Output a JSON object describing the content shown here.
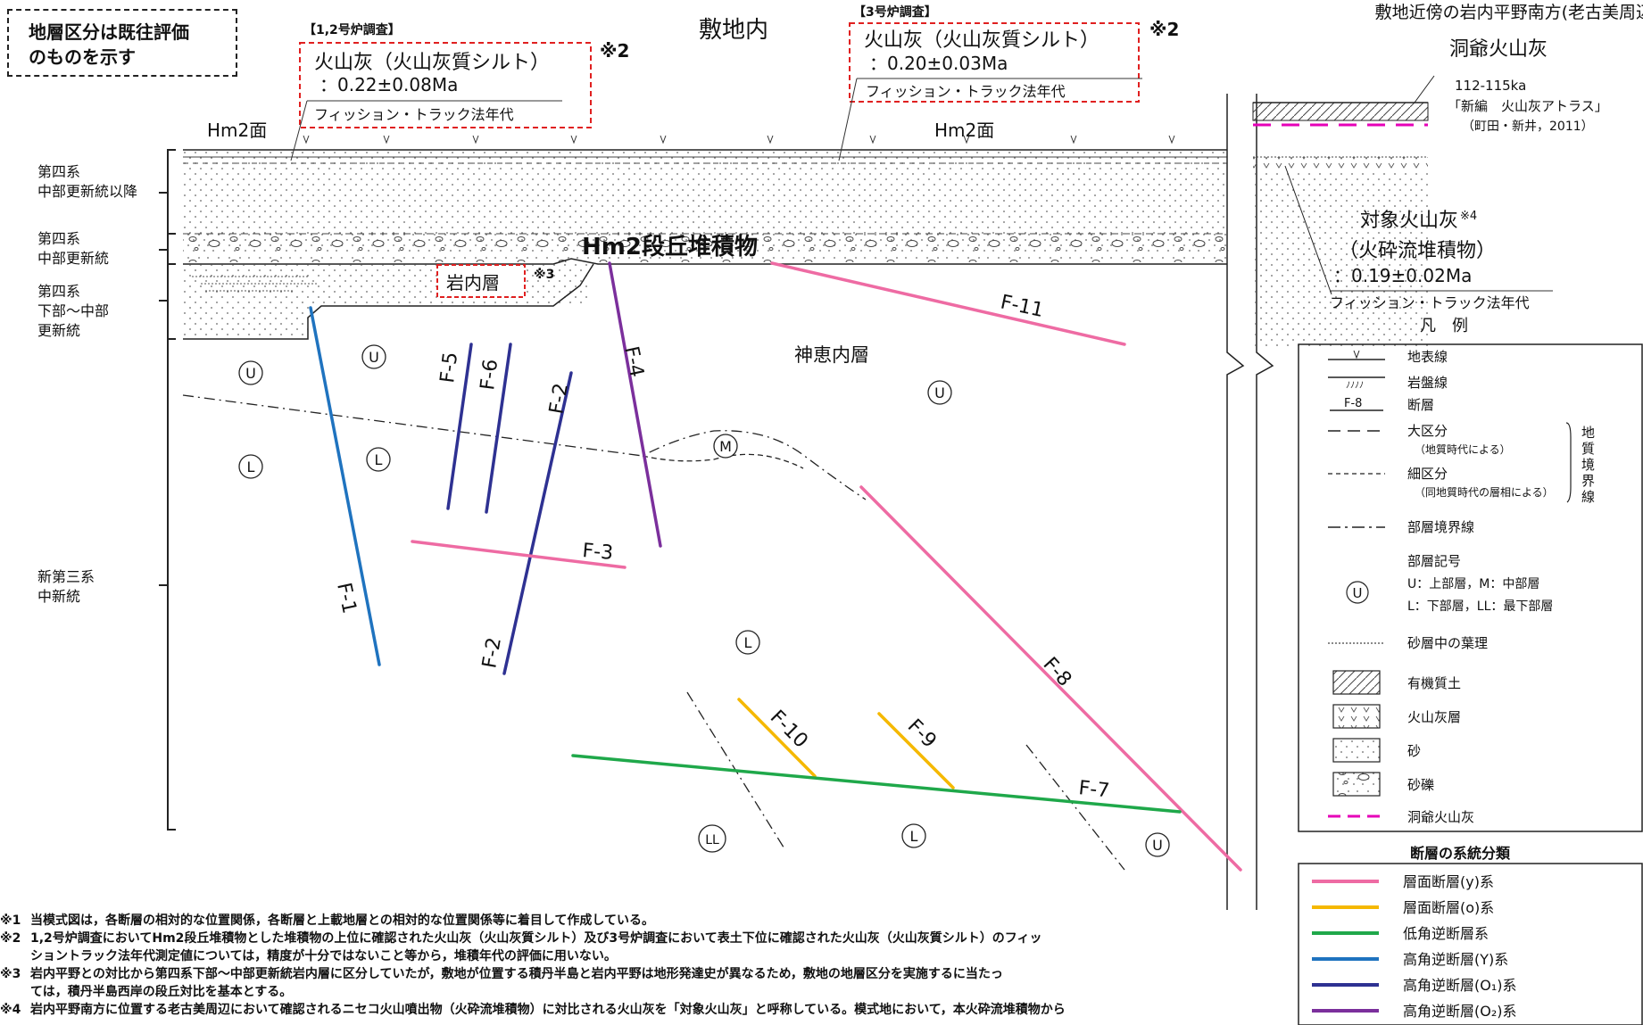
{
  "note_box": [
    "地層区分は既往評価",
    "のものを示す"
  ],
  "site_title": "敷地内",
  "nearby_title": "敷地近傍の岩内平野南方(老古美周辺)",
  "survey_12": {
    "tag": "【1,2号炉調査】",
    "line1": "火山灰（火山灰質シルト）",
    "line2": "：0.22±0.08Ma",
    "method": "フィッション・トラック法年代",
    "mark": "※2"
  },
  "survey_3": {
    "tag": "【3号炉調査】",
    "line1": "火山灰（火山灰質シルト）",
    "line2": "：0.20±0.03Ma",
    "method": "フィッション・トラック法年代",
    "mark": "※2"
  },
  "hm2_left": "Hm2面",
  "hm2_right": "Hm2面",
  "hm2_terrace": "Hm2段丘堆積物",
  "iwanai": "岩内層",
  "iwanai_mark": "※3",
  "kamoenai": "神恵内層",
  "strata": [
    {
      "l1": "第四系",
      "l2": "中部更新統以降"
    },
    {
      "l1": "第四系",
      "l2": "中部更新統"
    },
    {
      "l1": "第四系",
      "l2": "下部～中部",
      "l3": "更新統"
    },
    {
      "l1": "新第三系",
      "l2": "中新統"
    }
  ],
  "faults": {
    "f1": "F-1",
    "f2a": "F-2",
    "f2b": "F-2",
    "f3": "F-3",
    "f4": "F-4",
    "f5": "F-5",
    "f6": "F-6",
    "f7": "F-7",
    "f8": "F-8",
    "f9": "F-9",
    "f10": "F-10",
    "f11": "F-11"
  },
  "unit_marks": {
    "u": "U",
    "l": "L",
    "m": "M",
    "ll": "LL"
  },
  "nearby": {
    "toya": "洞爺火山灰",
    "age1": "112-115ka",
    "ref1": "「新編　火山灰アトラス」",
    "ref2": "（町田・新井，2011）",
    "target": "対象火山灰",
    "target_mark": "※4",
    "pyro": "（火砕流堆積物）",
    "age2": "：0.19±0.02Ma",
    "method": "フィッション・トラック法年代"
  },
  "legend": {
    "title": "凡　例",
    "surface": "地表線",
    "bedrock": "岩盤線",
    "fault_sym": "F-8",
    "fault": "断層",
    "major": "大区分",
    "major_sub": "（地質時代による）",
    "minor": "細区分",
    "minor_sub": "（同地質時代の層相による）",
    "boundary_group": [
      "地",
      "質",
      "境",
      "界",
      "線"
    ],
    "member": "部層境界線",
    "member_sym": "部層記号",
    "member_desc1": "U：上部層，M：中部層",
    "member_desc2": "L：下部層，LL：最下部層",
    "lamina": "砂層中の葉理",
    "organic": "有機質土",
    "ash": "火山灰層",
    "sand": "砂",
    "gravel": "砂礫",
    "toya": "洞爺火山灰"
  },
  "fault_legend": {
    "title": "断層の系統分類",
    "items": [
      {
        "label": "層面断層(y)系",
        "color": "#ee6ba3"
      },
      {
        "label": "層面断層(o)系",
        "color": "#f5b800"
      },
      {
        "label": "低角逆断層系",
        "color": "#1fa84a"
      },
      {
        "label": "高角逆断層(Y)系",
        "color": "#1f73bf"
      },
      {
        "label": "高角逆断層(O₁)系",
        "color": "#2e3192"
      },
      {
        "label": "高角逆断層(O₂)系",
        "color": "#7b2f9c"
      }
    ]
  },
  "footnotes": [
    {
      "k": "※1",
      "t": "当模式図は，各断層の相対的な位置関係，各断層と上載地層との相対的な位置関係等に着目して作成している。"
    },
    {
      "k": "※2",
      "t": "1,2号炉調査においてHm2段丘堆積物とした堆積物の上位に確認された火山灰（火山灰質シルト）及び3号炉調査において表土下位に確認された火山灰（火山灰質シルト）のフィッ",
      "t2": "ショントラック法年代測定値については，精度が十分ではないこと等から，堆積年代の評価に用いない。"
    },
    {
      "k": "※3",
      "t": "岩内平野との対比から第四系下部～中部更新統岩内層に区分していたが，敷地が位置する積丹半島と岩内平野は地形発達史が異なるため，敷地の地層区分を実施するに当たっ",
      "t2": "ては，積丹半島西岸の段丘対比を基本とする。"
    },
    {
      "k": "※4",
      "t": "岩内平野南方に位置する老古美周辺において確認されるニセコ火山噴出物（火砕流堆積物）に対比される火山灰を「対象火山灰」と呼称している。模式地において，本火砕流堆積物から"
    }
  ]
}
